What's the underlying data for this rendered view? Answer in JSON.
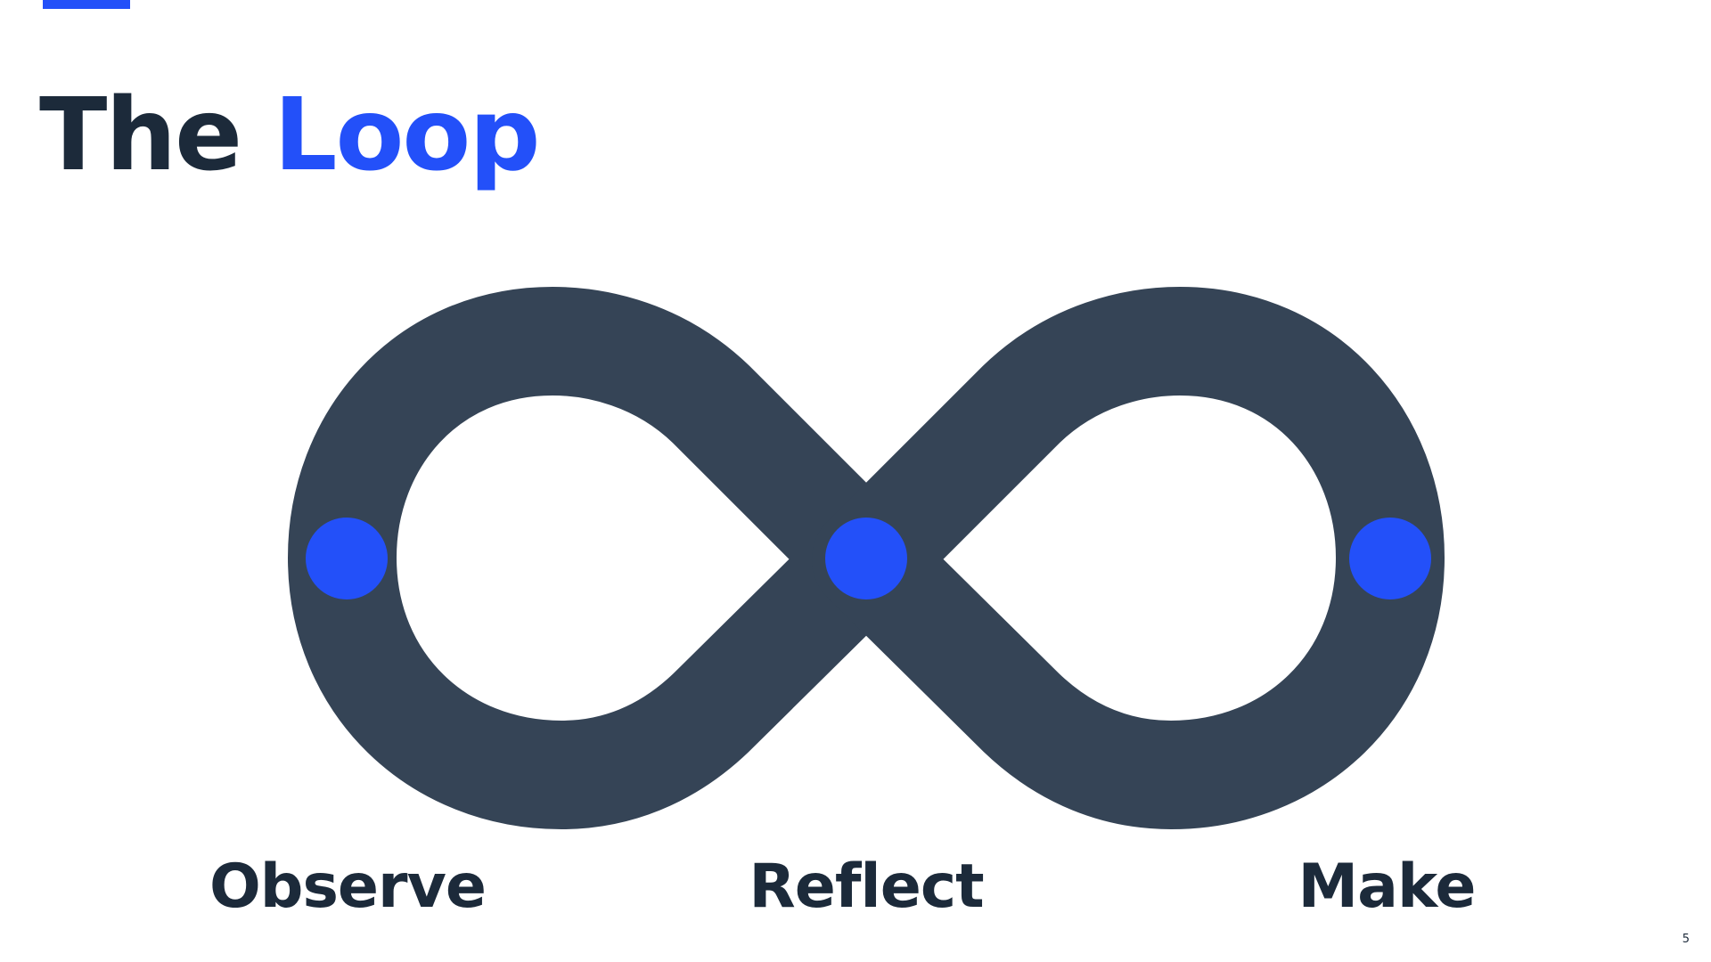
{
  "slide": {
    "title_prefix": "The ",
    "title_highlight": "Loop",
    "page_number": "5"
  },
  "diagram": {
    "shape": "infinity-loop",
    "stages": [
      {
        "label": "Observe"
      },
      {
        "label": "Reflect"
      },
      {
        "label": "Make"
      }
    ]
  },
  "colors": {
    "accent": "#2350f9",
    "loop": "#354456",
    "text": "#1c2a3a",
    "background": "#ffffff"
  }
}
